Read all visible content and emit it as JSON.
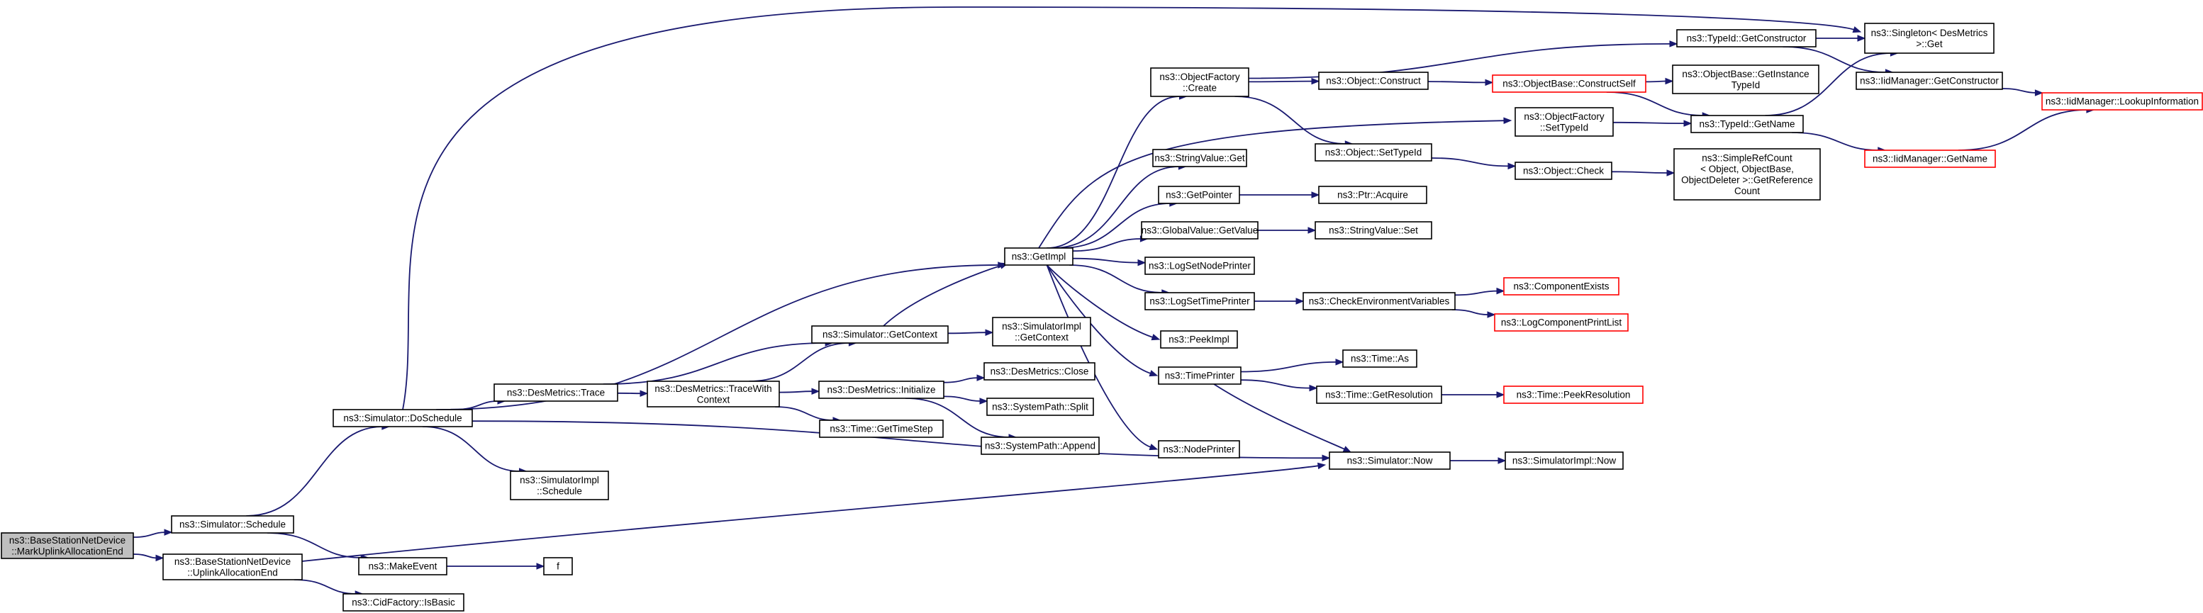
{
  "graph": {
    "title": "",
    "colors": {
      "edge": "#191970",
      "node_border": "#000000",
      "truncated_border": "#ff0000",
      "root_fill": "#bfbfbf"
    },
    "nodes": [
      {
        "id": "mark",
        "lines": [
          "ns3::BaseStationNetDevice",
          "::MarkUplinkAllocationEnd"
        ],
        "style": "root"
      },
      {
        "id": "sched",
        "lines": [
          "ns3::Simulator::Schedule"
        ]
      },
      {
        "id": "upend",
        "lines": [
          "ns3::BaseStationNetDevice",
          "::UplinkAllocationEnd"
        ]
      },
      {
        "id": "dosched",
        "lines": [
          "ns3::Simulator::DoSchedule"
        ]
      },
      {
        "id": "makeevent",
        "lines": [
          "ns3::MakeEvent"
        ]
      },
      {
        "id": "f",
        "lines": [
          "f"
        ]
      },
      {
        "id": "isbasic",
        "lines": [
          "ns3::CidFactory::IsBasic"
        ]
      },
      {
        "id": "simimplsched",
        "lines": [
          "ns3::SimulatorImpl",
          "::Schedule"
        ]
      },
      {
        "id": "trace",
        "lines": [
          "ns3::DesMetrics::Trace"
        ]
      },
      {
        "id": "tracectx",
        "lines": [
          "ns3::DesMetrics::TraceWith",
          "Context"
        ]
      },
      {
        "id": "getctx",
        "lines": [
          "ns3::Simulator::GetContext"
        ]
      },
      {
        "id": "implgetctx",
        "lines": [
          "ns3::SimulatorImpl",
          "::GetContext"
        ]
      },
      {
        "id": "init",
        "lines": [
          "ns3::DesMetrics::Initialize"
        ]
      },
      {
        "id": "timestep",
        "lines": [
          "ns3::Time::GetTimeStep"
        ]
      },
      {
        "id": "close",
        "lines": [
          "ns3::DesMetrics::Close"
        ]
      },
      {
        "id": "split",
        "lines": [
          "ns3::SystemPath::Split"
        ]
      },
      {
        "id": "append",
        "lines": [
          "ns3::SystemPath::Append"
        ]
      },
      {
        "id": "getimpl",
        "lines": [
          "ns3::GetImpl"
        ]
      },
      {
        "id": "ofcreate",
        "lines": [
          "ns3::ObjectFactory",
          "::Create"
        ]
      },
      {
        "id": "strget",
        "lines": [
          "ns3::StringValue::Get"
        ]
      },
      {
        "id": "getptr",
        "lines": [
          "ns3::GetPointer"
        ]
      },
      {
        "id": "gvget",
        "lines": [
          "ns3::GlobalValue::GetValue"
        ]
      },
      {
        "id": "lognode",
        "lines": [
          "ns3::LogSetNodePrinter"
        ]
      },
      {
        "id": "logtime",
        "lines": [
          "ns3::LogSetTimePrinter"
        ]
      },
      {
        "id": "peekimpl",
        "lines": [
          "ns3::PeekImpl"
        ]
      },
      {
        "id": "timeprinter",
        "lines": [
          "ns3::TimePrinter"
        ]
      },
      {
        "id": "nodeprinter",
        "lines": [
          "ns3::NodePrinter"
        ]
      },
      {
        "id": "simnow",
        "lines": [
          "ns3::Simulator::Now"
        ]
      },
      {
        "id": "implnow",
        "lines": [
          "ns3::SimulatorImpl::Now"
        ]
      },
      {
        "id": "objconstruct",
        "lines": [
          "ns3::Object::Construct"
        ]
      },
      {
        "id": "objsettid",
        "lines": [
          "ns3::Object::SetTypeId"
        ]
      },
      {
        "id": "ptracq",
        "lines": [
          "ns3::Ptr::Acquire"
        ]
      },
      {
        "id": "strset",
        "lines": [
          "ns3::StringValue::Set"
        ]
      },
      {
        "id": "checkenv",
        "lines": [
          "ns3::CheckEnvironmentVariables"
        ]
      },
      {
        "id": "timeas",
        "lines": [
          "ns3::Time::As"
        ]
      },
      {
        "id": "timeres",
        "lines": [
          "ns3::Time::GetResolution"
        ]
      },
      {
        "id": "peekres",
        "lines": [
          "ns3::Time::PeekResolution"
        ],
        "style": "red"
      },
      {
        "id": "compexists",
        "lines": [
          "ns3::ComponentExists"
        ],
        "style": "red"
      },
      {
        "id": "logcomp",
        "lines": [
          "ns3::LogComponentPrintList"
        ],
        "style": "red"
      },
      {
        "id": "obconstructself",
        "lines": [
          "ns3::ObjectBase::ConstructSelf"
        ],
        "style": "red"
      },
      {
        "id": "ofsettid",
        "lines": [
          "ns3::ObjectFactory",
          "::SetTypeId"
        ]
      },
      {
        "id": "objcheck",
        "lines": [
          "ns3::Object::Check"
        ]
      },
      {
        "id": "tidgetctor",
        "lines": [
          "ns3::TypeId::GetConstructor"
        ]
      },
      {
        "id": "obgetinst",
        "lines": [
          "ns3::ObjectBase::GetInstance",
          "TypeId"
        ]
      },
      {
        "id": "tidgetname",
        "lines": [
          "ns3::TypeId::GetName"
        ]
      },
      {
        "id": "simpleref",
        "lines": [
          "ns3::SimpleRefCount",
          "< Object, ObjectBase,",
          "ObjectDeleter >::GetReference",
          "Count"
        ]
      },
      {
        "id": "singleton",
        "lines": [
          "ns3::Singleton< DesMetrics",
          " >::Get"
        ]
      },
      {
        "id": "iidgetctor",
        "lines": [
          "ns3::IidManager::GetConstructor"
        ]
      },
      {
        "id": "iidgetname",
        "lines": [
          "ns3::IidManager::GetName"
        ],
        "style": "red"
      },
      {
        "id": "iidlookup",
        "lines": [
          "ns3::IidManager::LookupInformation"
        ],
        "style": "red"
      }
    ],
    "edges": [
      [
        "mark",
        "sched"
      ],
      [
        "mark",
        "upend"
      ],
      [
        "sched",
        "dosched"
      ],
      [
        "sched",
        "makeevent"
      ],
      [
        "makeevent",
        "f"
      ],
      [
        "upend",
        "isbasic"
      ],
      [
        "upend",
        "simnow"
      ],
      [
        "dosched",
        "simimplsched"
      ],
      [
        "dosched",
        "trace"
      ],
      [
        "dosched",
        "getimpl"
      ],
      [
        "dosched",
        "simnow"
      ],
      [
        "dosched",
        "singleton"
      ],
      [
        "trace",
        "tracectx"
      ],
      [
        "trace",
        "getctx"
      ],
      [
        "tracectx",
        "getctx"
      ],
      [
        "tracectx",
        "init"
      ],
      [
        "tracectx",
        "timestep"
      ],
      [
        "getctx",
        "implgetctx"
      ],
      [
        "getctx",
        "getimpl"
      ],
      [
        "init",
        "close"
      ],
      [
        "init",
        "split"
      ],
      [
        "init",
        "append"
      ],
      [
        "getimpl",
        "ofcreate"
      ],
      [
        "getimpl",
        "ofsettid"
      ],
      [
        "getimpl",
        "strget"
      ],
      [
        "getimpl",
        "getptr"
      ],
      [
        "getimpl",
        "gvget"
      ],
      [
        "getimpl",
        "lognode"
      ],
      [
        "getimpl",
        "logtime"
      ],
      [
        "getimpl",
        "peekimpl"
      ],
      [
        "getimpl",
        "timeprinter"
      ],
      [
        "getimpl",
        "nodeprinter"
      ],
      [
        "ofcreate",
        "tidgetctor"
      ],
      [
        "ofcreate",
        "objconstruct"
      ],
      [
        "ofcreate",
        "objsettid"
      ],
      [
        "objconstruct",
        "obconstructself"
      ],
      [
        "obconstructself",
        "obgetinst"
      ],
      [
        "obconstructself",
        "tidgetname"
      ],
      [
        "ofsettid",
        "tidgetname"
      ],
      [
        "objsettid",
        "objcheck"
      ],
      [
        "objcheck",
        "simpleref"
      ],
      [
        "getptr",
        "ptracq"
      ],
      [
        "gvget",
        "strset"
      ],
      [
        "logtime",
        "checkenv"
      ],
      [
        "checkenv",
        "compexists"
      ],
      [
        "checkenv",
        "logcomp"
      ],
      [
        "timeprinter",
        "timeas"
      ],
      [
        "timeprinter",
        "timeres"
      ],
      [
        "timeprinter",
        "simnow"
      ],
      [
        "timeres",
        "peekres"
      ],
      [
        "simnow",
        "implnow"
      ],
      [
        "tidgetctor",
        "singleton"
      ],
      [
        "tidgetctor",
        "iidgetctor"
      ],
      [
        "tidgetname",
        "singleton"
      ],
      [
        "tidgetname",
        "iidgetname"
      ],
      [
        "iidgetctor",
        "iidlookup"
      ],
      [
        "iidgetname",
        "iidlookup"
      ]
    ]
  }
}
